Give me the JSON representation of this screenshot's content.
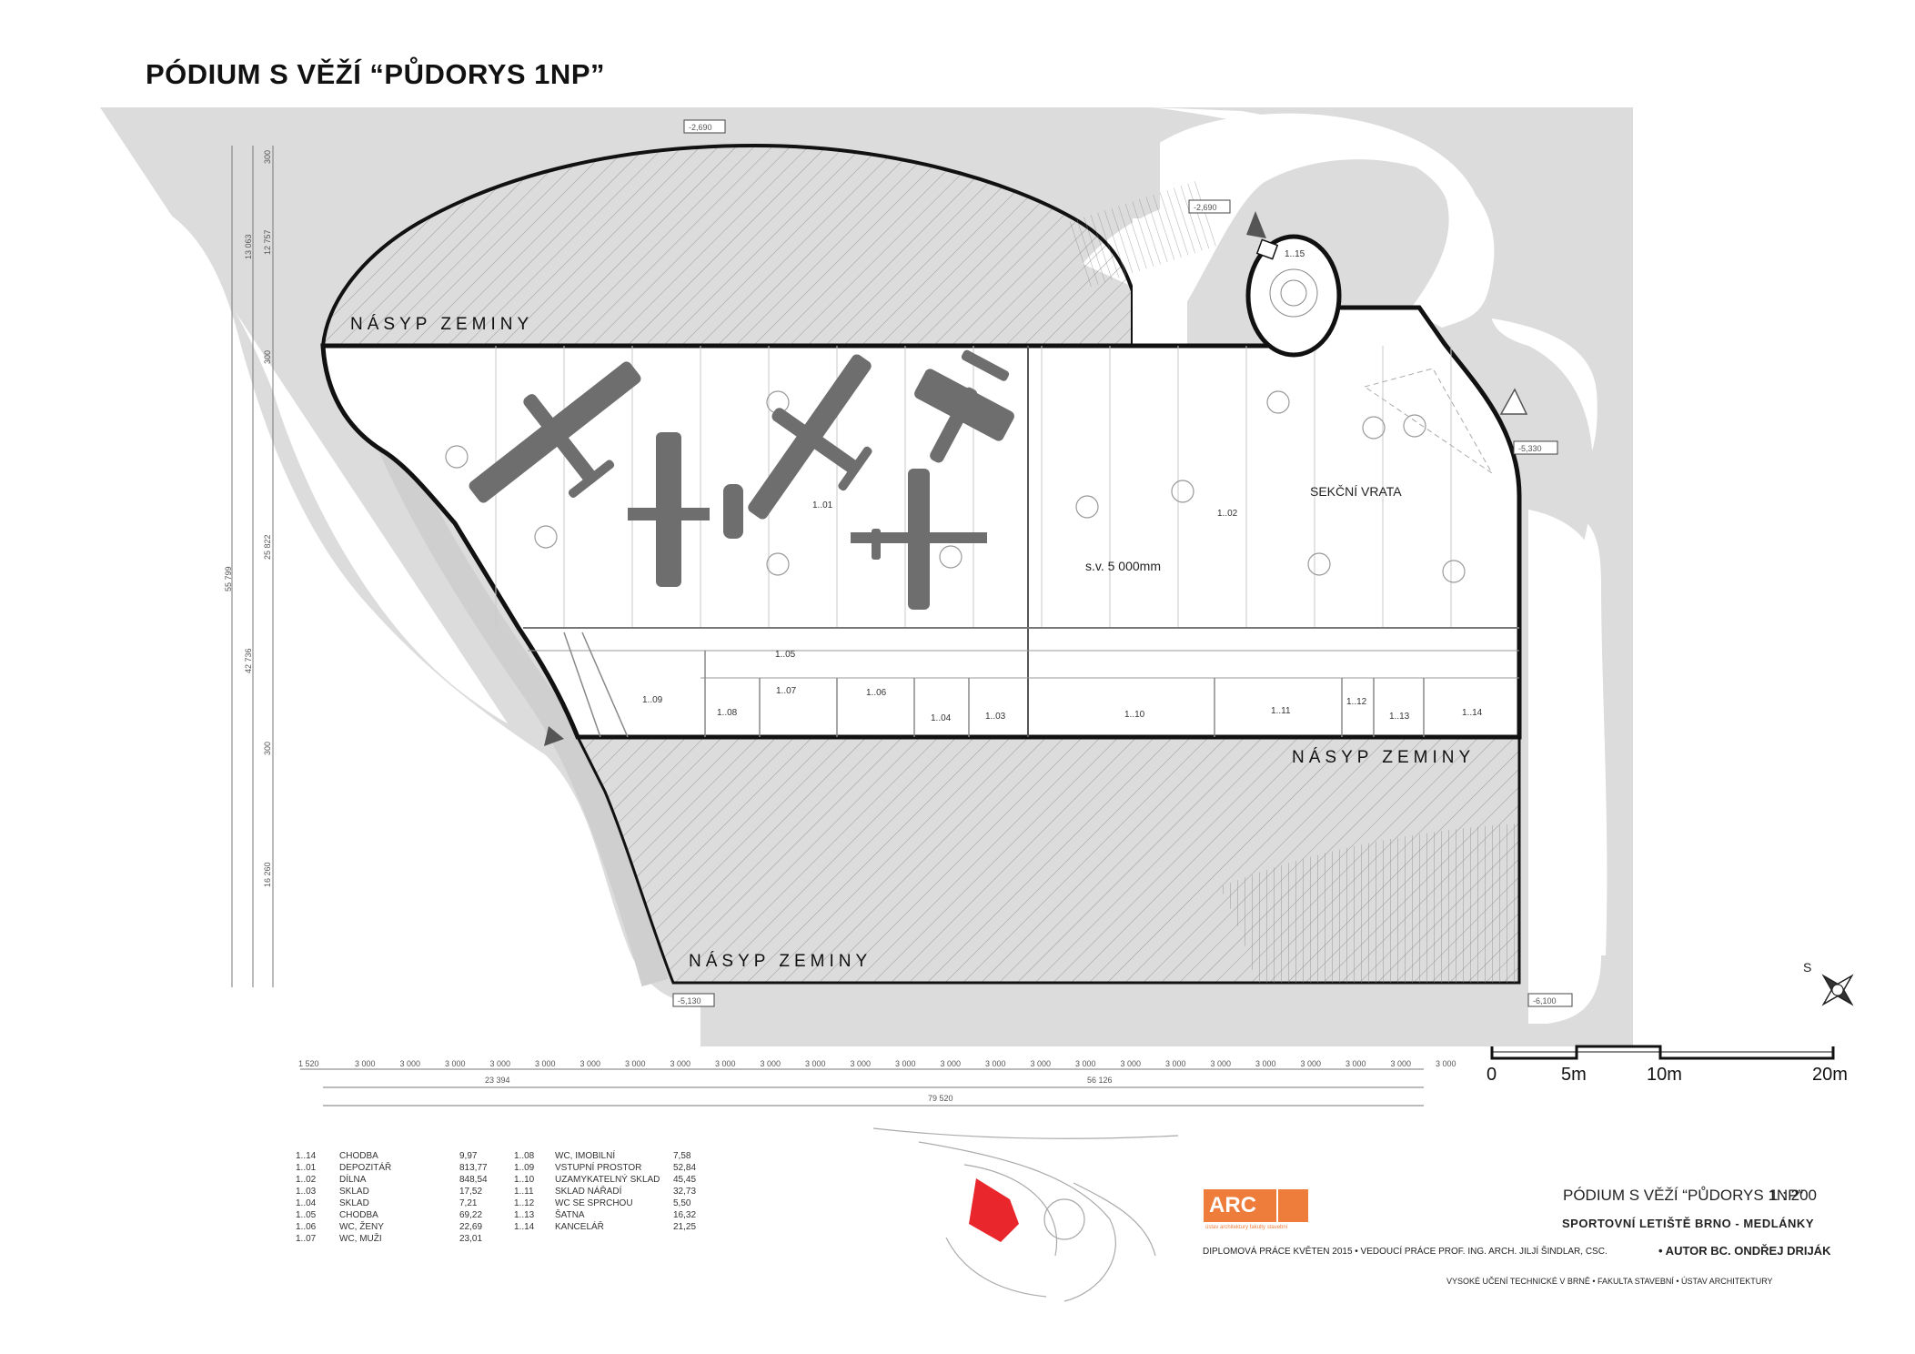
{
  "title": "PÓDIUM S VĚŽÍ “PŮDORYS 1NP”",
  "plan": {
    "levels": [
      "-2,690",
      "-2,690",
      "-5,330",
      "-5,130",
      "-6,100"
    ],
    "fill_labels": [
      "NÁSYP ZEMINY",
      "NÁSYP ZEMINY",
      "NÁSYP ZEMINY"
    ],
    "labels": {
      "gate": "SEKČNÍ VRATA",
      "clear_height": "s.v. 5 000mm",
      "north": "S"
    },
    "room_codes": [
      "1..01",
      "1..02",
      "1..03",
      "1..04",
      "1..05",
      "1..06",
      "1..07",
      "1..08",
      "1..09",
      "1..10",
      "1..11",
      "1..12",
      "1..13",
      "1..14",
      "1..15"
    ],
    "dims_bottom": [
      "1 520",
      "3 000",
      "3 000",
      "3 000",
      "3 000",
      "3 000",
      "3 000",
      "3 000",
      "3 000",
      "3 000",
      "3 000",
      "3 000",
      "3 000",
      "3 000",
      "3 000",
      "3 000",
      "3 000",
      "3 000",
      "3 000",
      "3 000",
      "3 000",
      "3 000",
      "3 000",
      "3 000",
      "3 000",
      "3 000"
    ],
    "dims_sub": [
      "23 394",
      "56 126"
    ],
    "dims_total": "79 520",
    "dims_left": [
      "300",
      "300",
      "300",
      "12 757",
      "13 063",
      "25 822",
      "55 799",
      "42 736",
      "16 260"
    ]
  },
  "legend": [
    {
      "code": "1..14",
      "name": "CHODBA",
      "area": "9,97"
    },
    {
      "code": "1..01",
      "name": "DEPOZITÁŘ",
      "area": "813,77"
    },
    {
      "code": "1..02",
      "name": "DÍLNA",
      "area": "848,54"
    },
    {
      "code": "1..03",
      "name": "SKLAD",
      "area": "17,52"
    },
    {
      "code": "1..04",
      "name": "SKLAD",
      "area": "7,21"
    },
    {
      "code": "1..05",
      "name": "CHODBA",
      "area": "69,22"
    },
    {
      "code": "1..06",
      "name": "WC, ŽENY",
      "area": "22,69"
    },
    {
      "code": "1..07",
      "name": "WC, MUŽI",
      "area": "23,01"
    },
    {
      "code": "1..08",
      "name": "WC, IMOBILNÍ",
      "area": "7,58"
    },
    {
      "code": "1..09",
      "name": "VSTUPNÍ PROSTOR",
      "area": "52,84"
    },
    {
      "code": "1..10",
      "name": "UZAMYKATELNÝ SKLAD",
      "area": "45,45"
    },
    {
      "code": "1..11",
      "name": "SKLAD NÁŘADÍ",
      "area": "32,73"
    },
    {
      "code": "1..12",
      "name": "WC SE SPRCHOU",
      "area": "5,50"
    },
    {
      "code": "1..13",
      "name": "ŠATNA",
      "area": "16,32"
    },
    {
      "code": "1..14",
      "name": "KANCELÁŘ",
      "area": "21,25"
    }
  ],
  "scale_bar": [
    "0",
    "5m",
    "10m",
    "20m"
  ],
  "logo": {
    "text": "ARC",
    "sub": "ústav architektury fakulty stavební"
  },
  "title_block": {
    "sheet": "PÓDIUM S VĚŽÍ “PŮDORYS 1NP”",
    "scale": "1 : 200",
    "project": "SPORTOVNÍ LETIŠTĚ BRNO - MEDLÁNKY",
    "info": "DIPLOMOVÁ PRÁCE KVĚTEN 2015 • VEDOUCÍ PRÁCE  PROF. ING. ARCH. JILJÍ ŠINDLAR, CSC.",
    "author": "• AUTOR  BC. ONDŘEJ DRIJÁK",
    "school": "VYSOKÉ UČENÍ TECHNICKÉ V BRNĚ  •  FAKULTA STAVEBNÍ  •  ÚSTAV ARCHITEKTURY"
  },
  "colors": {
    "terrain": "#dcdcdc",
    "wall": "#111111",
    "aircraft": "#6e6e6e",
    "accent": "#ee7d3b",
    "site_highlight": "#e8262b"
  }
}
